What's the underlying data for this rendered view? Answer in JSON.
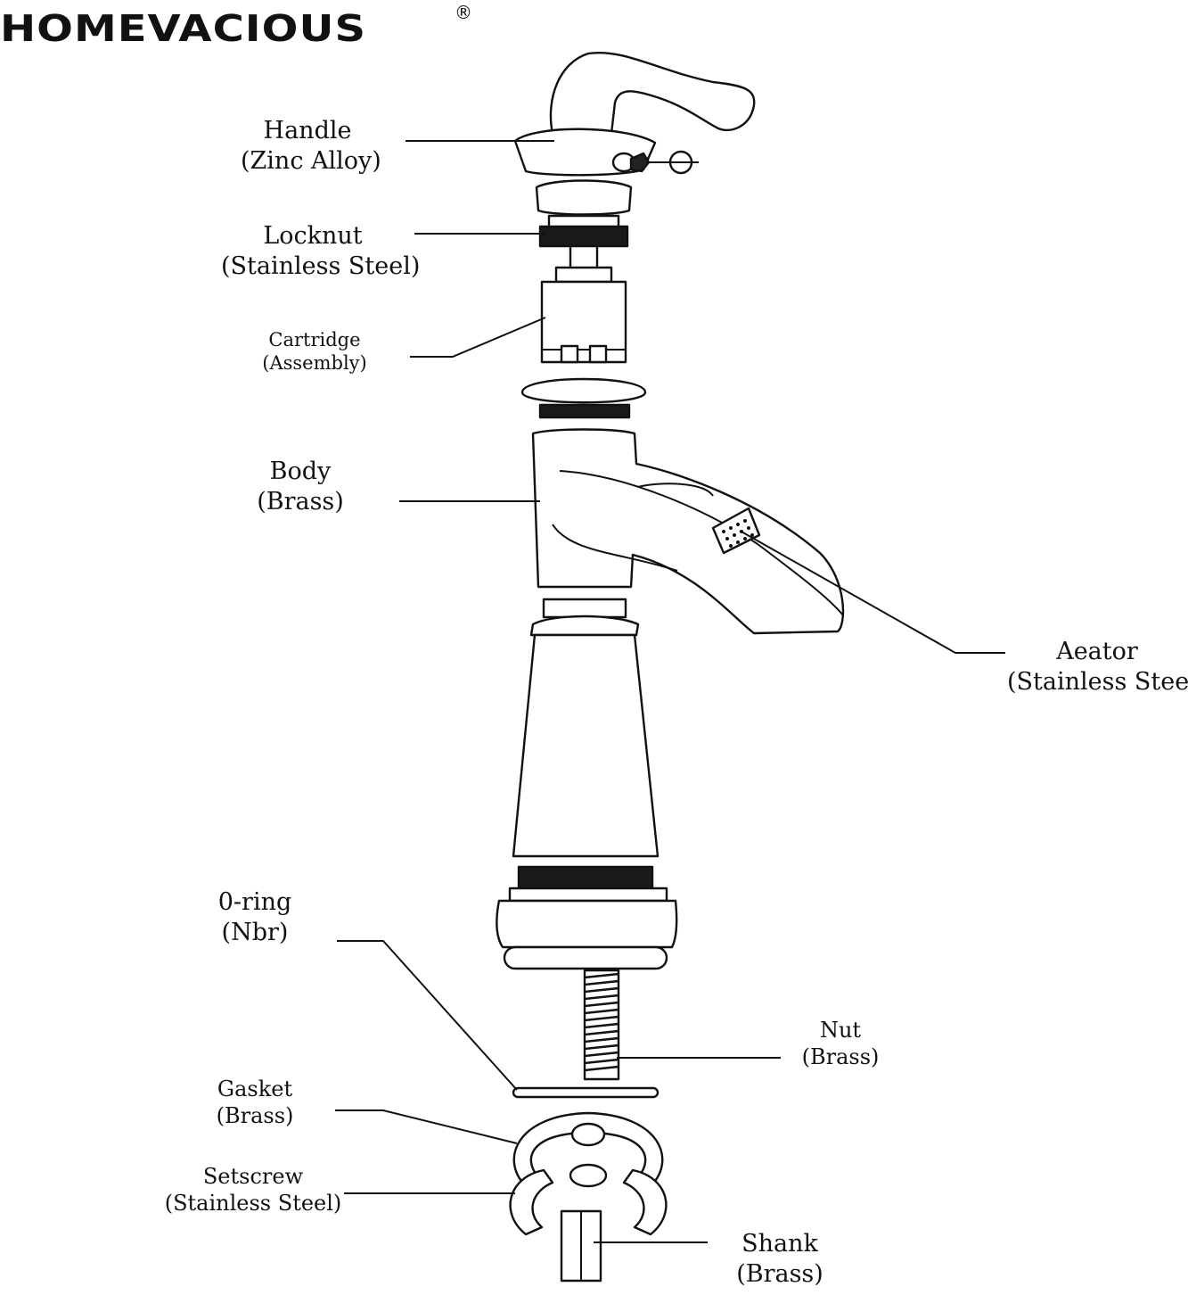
{
  "brand": {
    "name": "HOMEVACIOUS",
    "registered": "®"
  },
  "labels": [
    {
      "key": "handle",
      "name": "Handle",
      "material": "(Zinc Alloy)"
    },
    {
      "key": "locknut",
      "name": "Locknut",
      "material": "(Stainless Steel)"
    },
    {
      "key": "cartridge",
      "name": "Cartridge",
      "material": "(Assembly)"
    },
    {
      "key": "body",
      "name": "Body",
      "material": "(Brass)"
    },
    {
      "key": "aerator",
      "name": "Aeator",
      "material": "(Stainless Steel)"
    },
    {
      "key": "oring",
      "name": "0-ring",
      "material": "(Nbr)"
    },
    {
      "key": "nut",
      "name": "Nut",
      "material": "(Brass)"
    },
    {
      "key": "gasket",
      "name": "Gasket",
      "material": "(Brass)"
    },
    {
      "key": "setscrew",
      "name": "Setscrew",
      "material": "(Stainless Steel)"
    },
    {
      "key": "shank",
      "name": "Shank",
      "material": "(Brass)"
    }
  ]
}
